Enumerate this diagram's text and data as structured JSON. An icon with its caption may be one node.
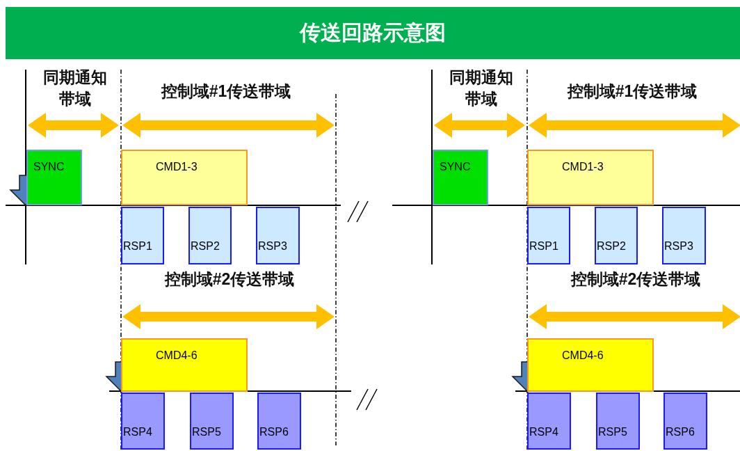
{
  "diagram": {
    "title": "传送回路示意图",
    "nodes": [
      {
        "text": [
          "SYNC"
        ]
      },
      {
        "text": [
          "CMD1-3"
        ]
      },
      {
        "text": [
          "RSP1"
        ]
      },
      {
        "text": [
          "RSP2"
        ]
      },
      {
        "text": [
          "RSP3"
        ]
      },
      {
        "text": [
          "CMD4-6"
        ]
      },
      {
        "text": [
          "RSP4"
        ]
      },
      {
        "text": [
          "RSP5"
        ]
      },
      {
        "text": [
          "RSP6"
        ]
      },
      {
        "text": [
          "SYNC"
        ]
      },
      {
        "text": [
          "CMD1-3"
        ]
      },
      {
        "text": [
          "RSP1"
        ]
      },
      {
        "text": [
          "RSP2"
        ]
      },
      {
        "text": [
          "RSP3"
        ]
      },
      {
        "text": [
          "CMD4-6"
        ]
      },
      {
        "text": [
          "RSP4"
        ]
      },
      {
        "text": [
          "RSP5"
        ]
      },
      {
        "text": [
          "RSP6"
        ]
      }
    ],
    "labels": [
      "同期通知带域",
      "控制域#1传送带域",
      "同期通知带域",
      "控制域#1传送带域",
      "控制域#2传送带域",
      "控制域#2传送带域"
    ]
  }
}
